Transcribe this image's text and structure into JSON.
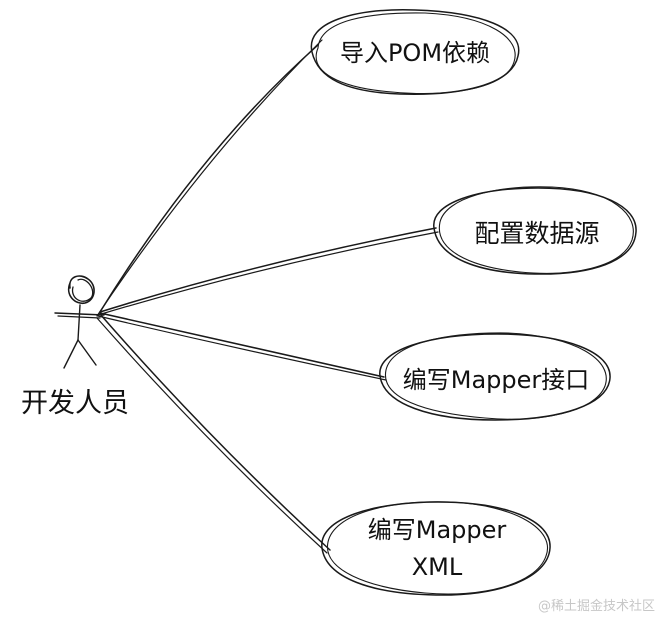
{
  "actor": {
    "label": "开发人员"
  },
  "use_cases": [
    {
      "id": "import-pom",
      "lines": [
        "导入POM依赖"
      ]
    },
    {
      "id": "config-datasource",
      "lines": [
        "配置数据源"
      ]
    },
    {
      "id": "write-mapper-interface",
      "lines": [
        "编写Mapper接口"
      ]
    },
    {
      "id": "write-mapper-xml",
      "lines": [
        "编写Mapper",
        "XML"
      ]
    }
  ],
  "watermark": "@稀土掘金技术社区"
}
